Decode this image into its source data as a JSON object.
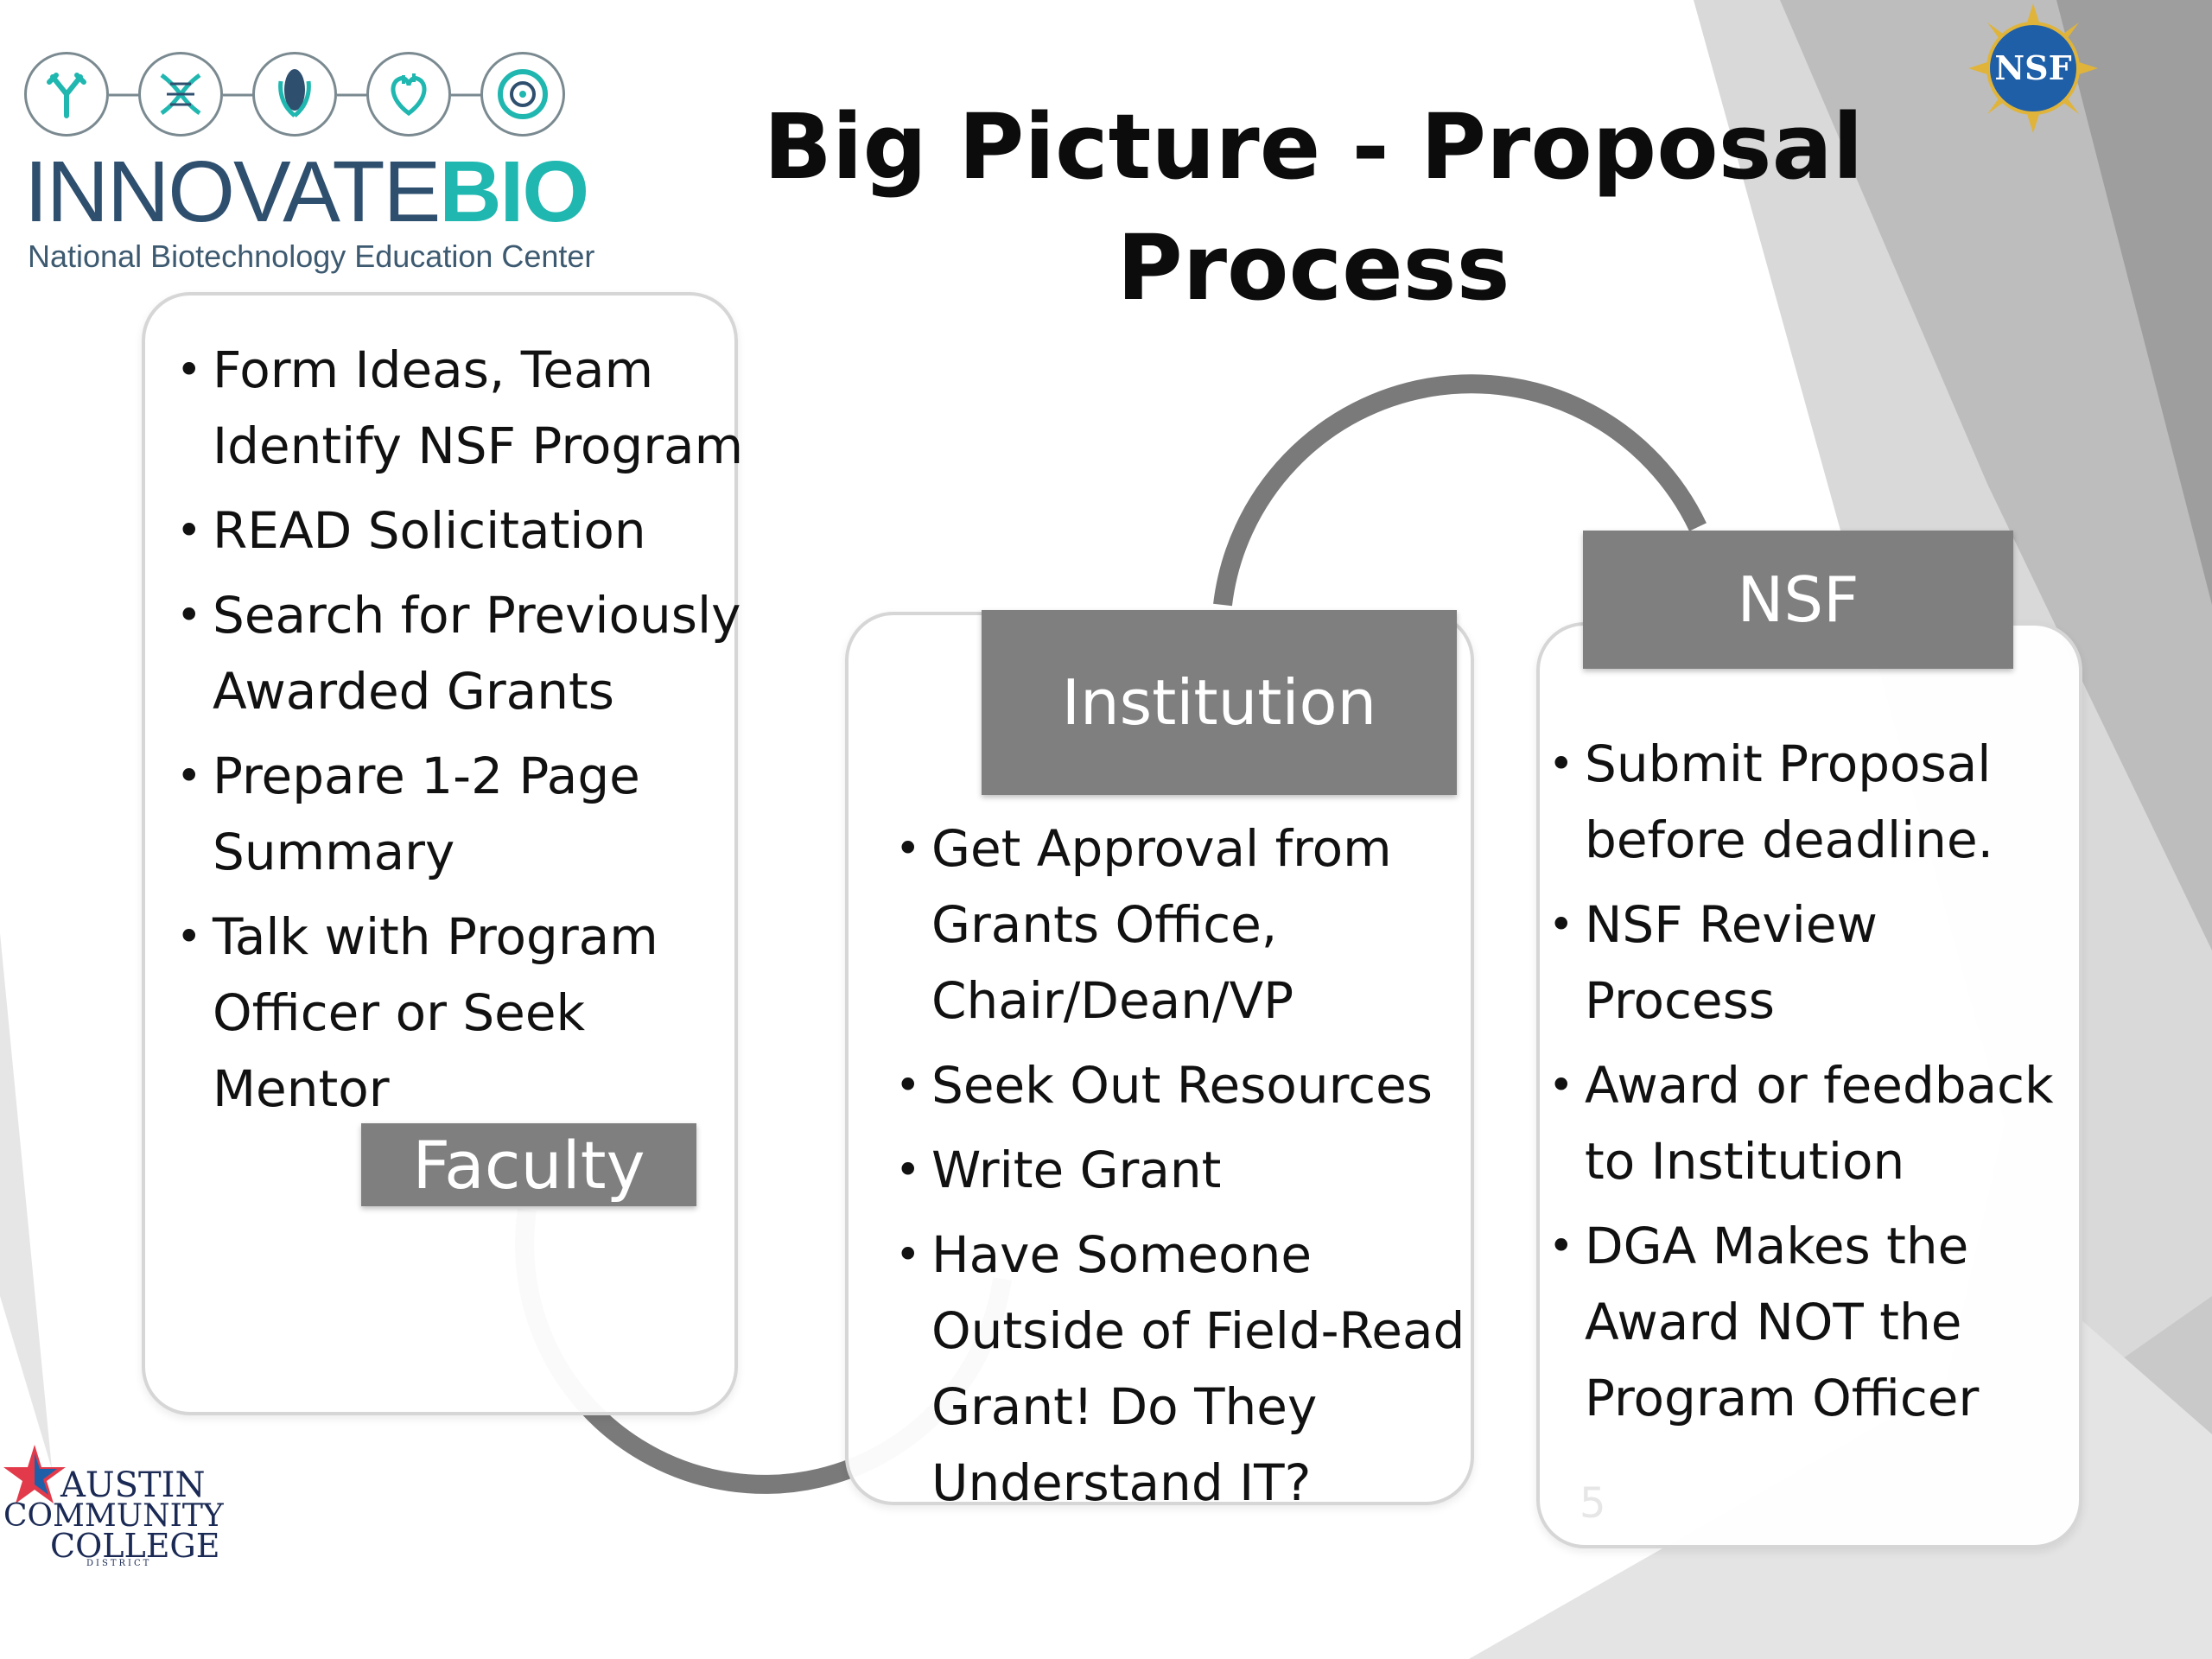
{
  "header": {
    "title_line1": "Big Picture -  Proposal",
    "title_line2": "Process"
  },
  "branding": {
    "innovate": "INNOVATE",
    "bio": "BIO",
    "subtitle": "National Biotechnology Education Center",
    "logo_icons": [
      "antibody-icon",
      "dna-icon",
      "corn-icon",
      "heart-icon",
      "cell-icon"
    ],
    "nsf_logo_text": "NSF",
    "college_line1": "AUSTIN",
    "college_line2": "COMMUNITY",
    "college_line3": "COLLEGE",
    "college_line4": "DISTRICT"
  },
  "faculty": {
    "label": "Faculty",
    "items": [
      "Form Ideas, Team Identify NSF Program",
      "READ Solicitation",
      "Search for Previously Awarded Grants",
      "Prepare 1-2 Page Summary",
      "Talk with Program Officer or Seek Mentor"
    ]
  },
  "institution": {
    "label": "Institution",
    "items": [
      "Get Approval from Grants Office, Chair/Dean/VP",
      "Seek Out Resources",
      "Write Grant",
      "Have Someone Outside of Field-Read Grant! Do They Understand IT?"
    ]
  },
  "nsf": {
    "label": "NSF",
    "items": [
      "Submit Proposal before deadline.",
      "NSF Review Process",
      "Award or feedback to Institution",
      "DGA Makes the Award NOT the Program Officer"
    ]
  },
  "slide_number": "5",
  "colors": {
    "label_fill": "#7f7f7f",
    "arrow": "#7a7a7a",
    "brand_dark": "#2f4f6f",
    "brand_teal": "#20b7b0"
  }
}
